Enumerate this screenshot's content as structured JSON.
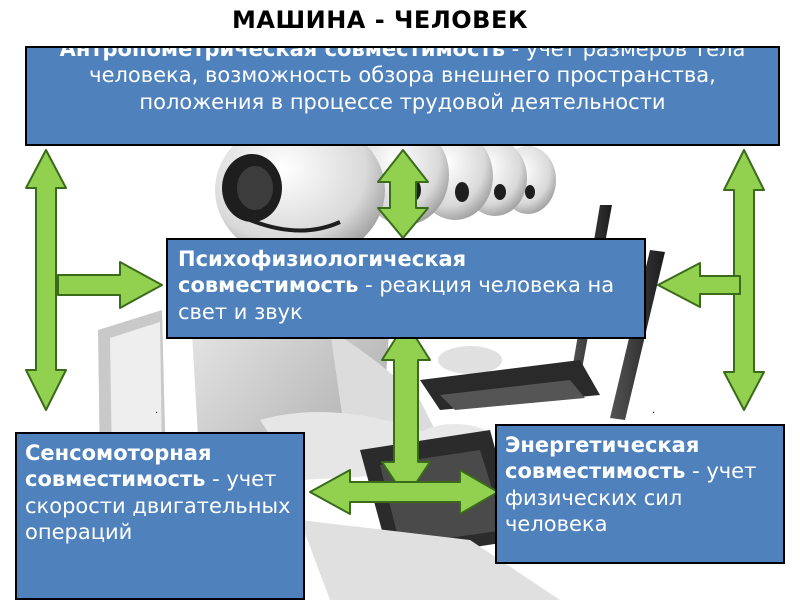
{
  "title": "МАШИНА - ЧЕЛОВЕК",
  "boxes": {
    "anthropometric": {
      "term": "Антропометрическая совместимость",
      "text": " - учет размеров тела человека, возможность обзора внешнего пространства, положения в процессе трудовой деятельности"
    },
    "psychophysiological": {
      "term": "Психофизиологическая совместимость",
      "text": " - реакция человека на свет и звук"
    },
    "sensorimotor": {
      "term": "Сенсомоторная совместимость",
      "text": " - учет скорости двигательных операций"
    },
    "energetic": {
      "term": "Энергетическая совместимость",
      "text": " - учет физических сил человека"
    }
  },
  "colors": {
    "box_fill": "#4f81bd",
    "arrow_fill": "#92d050",
    "arrow_stroke": "#3a6b1a"
  }
}
